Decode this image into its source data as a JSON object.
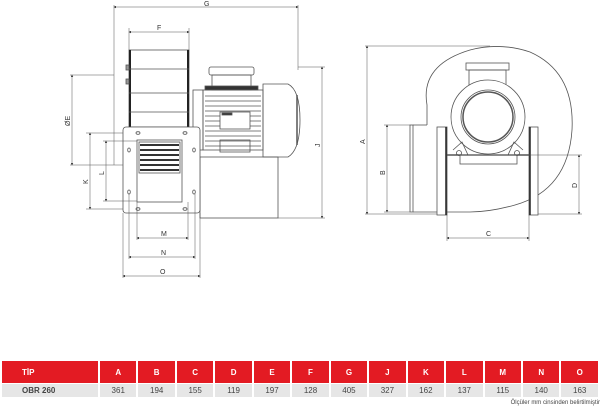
{
  "drawing": {
    "side_view_labels": {
      "G": "G",
      "F": "F",
      "E": "ØE",
      "J": "J",
      "K": "K",
      "L": "L",
      "M": "M",
      "N": "N",
      "O": "O"
    },
    "front_view_labels": {
      "A": "A",
      "B": "B",
      "C": "C",
      "D": "D"
    }
  },
  "table": {
    "headers": [
      "TİP",
      "A",
      "B",
      "C",
      "D",
      "E",
      "F",
      "G",
      "J",
      "K",
      "L",
      "M",
      "N",
      "O"
    ],
    "rows": [
      [
        "OBR 260",
        "361",
        "194",
        "155",
        "119",
        "197",
        "128",
        "405",
        "327",
        "162",
        "137",
        "115",
        "140",
        "163"
      ]
    ]
  },
  "note": "Ölçüler mm cinsinden belirtilmiştir",
  "colors": {
    "header": "#e31b23",
    "row": "#e6e6e6"
  }
}
